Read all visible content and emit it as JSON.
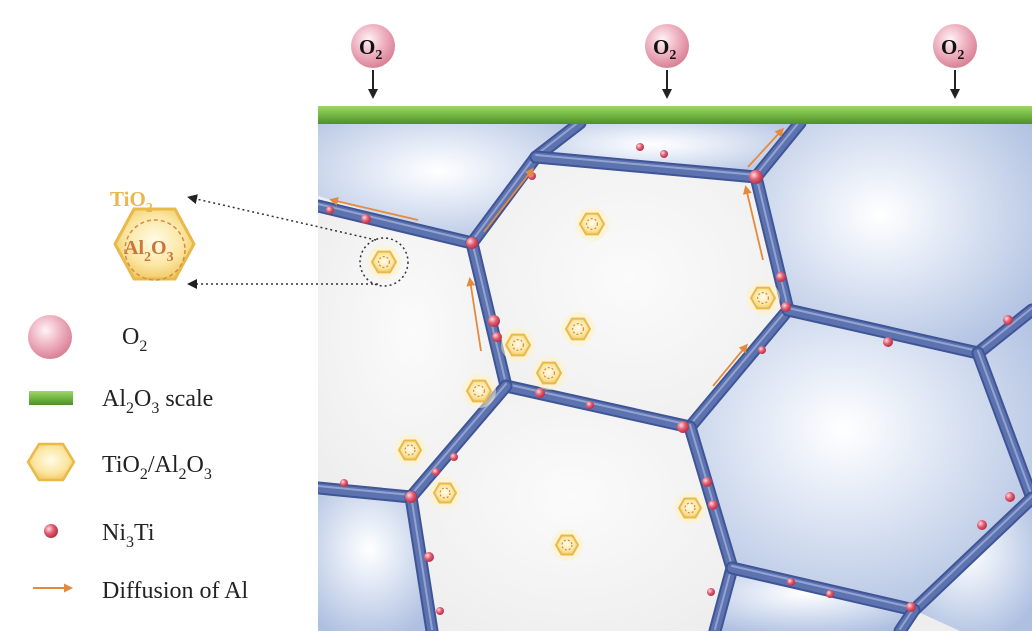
{
  "oxygen_molecules": [
    {
      "base": "O",
      "sub": "2"
    },
    {
      "base": "O",
      "sub": "2"
    },
    {
      "base": "O",
      "sub": "2"
    }
  ],
  "zoom_particle": {
    "outer_base": "TiO",
    "outer_sub": "2",
    "inner_parts": [
      {
        "t": "Al",
        "sub": false
      },
      {
        "t": "2",
        "sub": true
      },
      {
        "t": "O",
        "sub": false
      },
      {
        "t": "3",
        "sub": true
      }
    ]
  },
  "legend": [
    {
      "key": "o2",
      "parts": [
        {
          "t": "O",
          "sub": false
        },
        {
          "t": "2",
          "sub": true
        }
      ]
    },
    {
      "key": "scale",
      "parts": [
        {
          "t": "Al",
          "sub": false
        },
        {
          "t": "2",
          "sub": true
        },
        {
          "t": "O",
          "sub": false
        },
        {
          "t": "3",
          "sub": true
        },
        {
          "t": " scale",
          "sub": false
        }
      ]
    },
    {
      "key": "particle",
      "parts": [
        {
          "t": "TiO",
          "sub": false
        },
        {
          "t": "2",
          "sub": true
        },
        {
          "t": "/Al",
          "sub": false
        },
        {
          "t": "2",
          "sub": true
        },
        {
          "t": "O",
          "sub": false
        },
        {
          "t": "3",
          "sub": true
        }
      ]
    },
    {
      "key": "ni3ti",
      "parts": [
        {
          "t": "Ni",
          "sub": false
        },
        {
          "t": "3",
          "sub": true
        },
        {
          "t": "Ti",
          "sub": false
        }
      ]
    },
    {
      "key": "diffusion",
      "parts": [
        {
          "t": "Diffusion of Al",
          "sub": false
        }
      ]
    }
  ],
  "colors": {
    "scale_green": "#6fb33f",
    "grain_blue": "#c3d1ea",
    "grain_light": "#f4f4f4",
    "boundary": "#5d73b0",
    "ni3ti_red": "#d94a5f",
    "particle_gold": "#f4cf6e",
    "oxygen_pink": "#e6a3b3",
    "arrow_orange": "#e58a3c",
    "label_gold": "#e8b84a",
    "label_orange": "#c8763a"
  }
}
